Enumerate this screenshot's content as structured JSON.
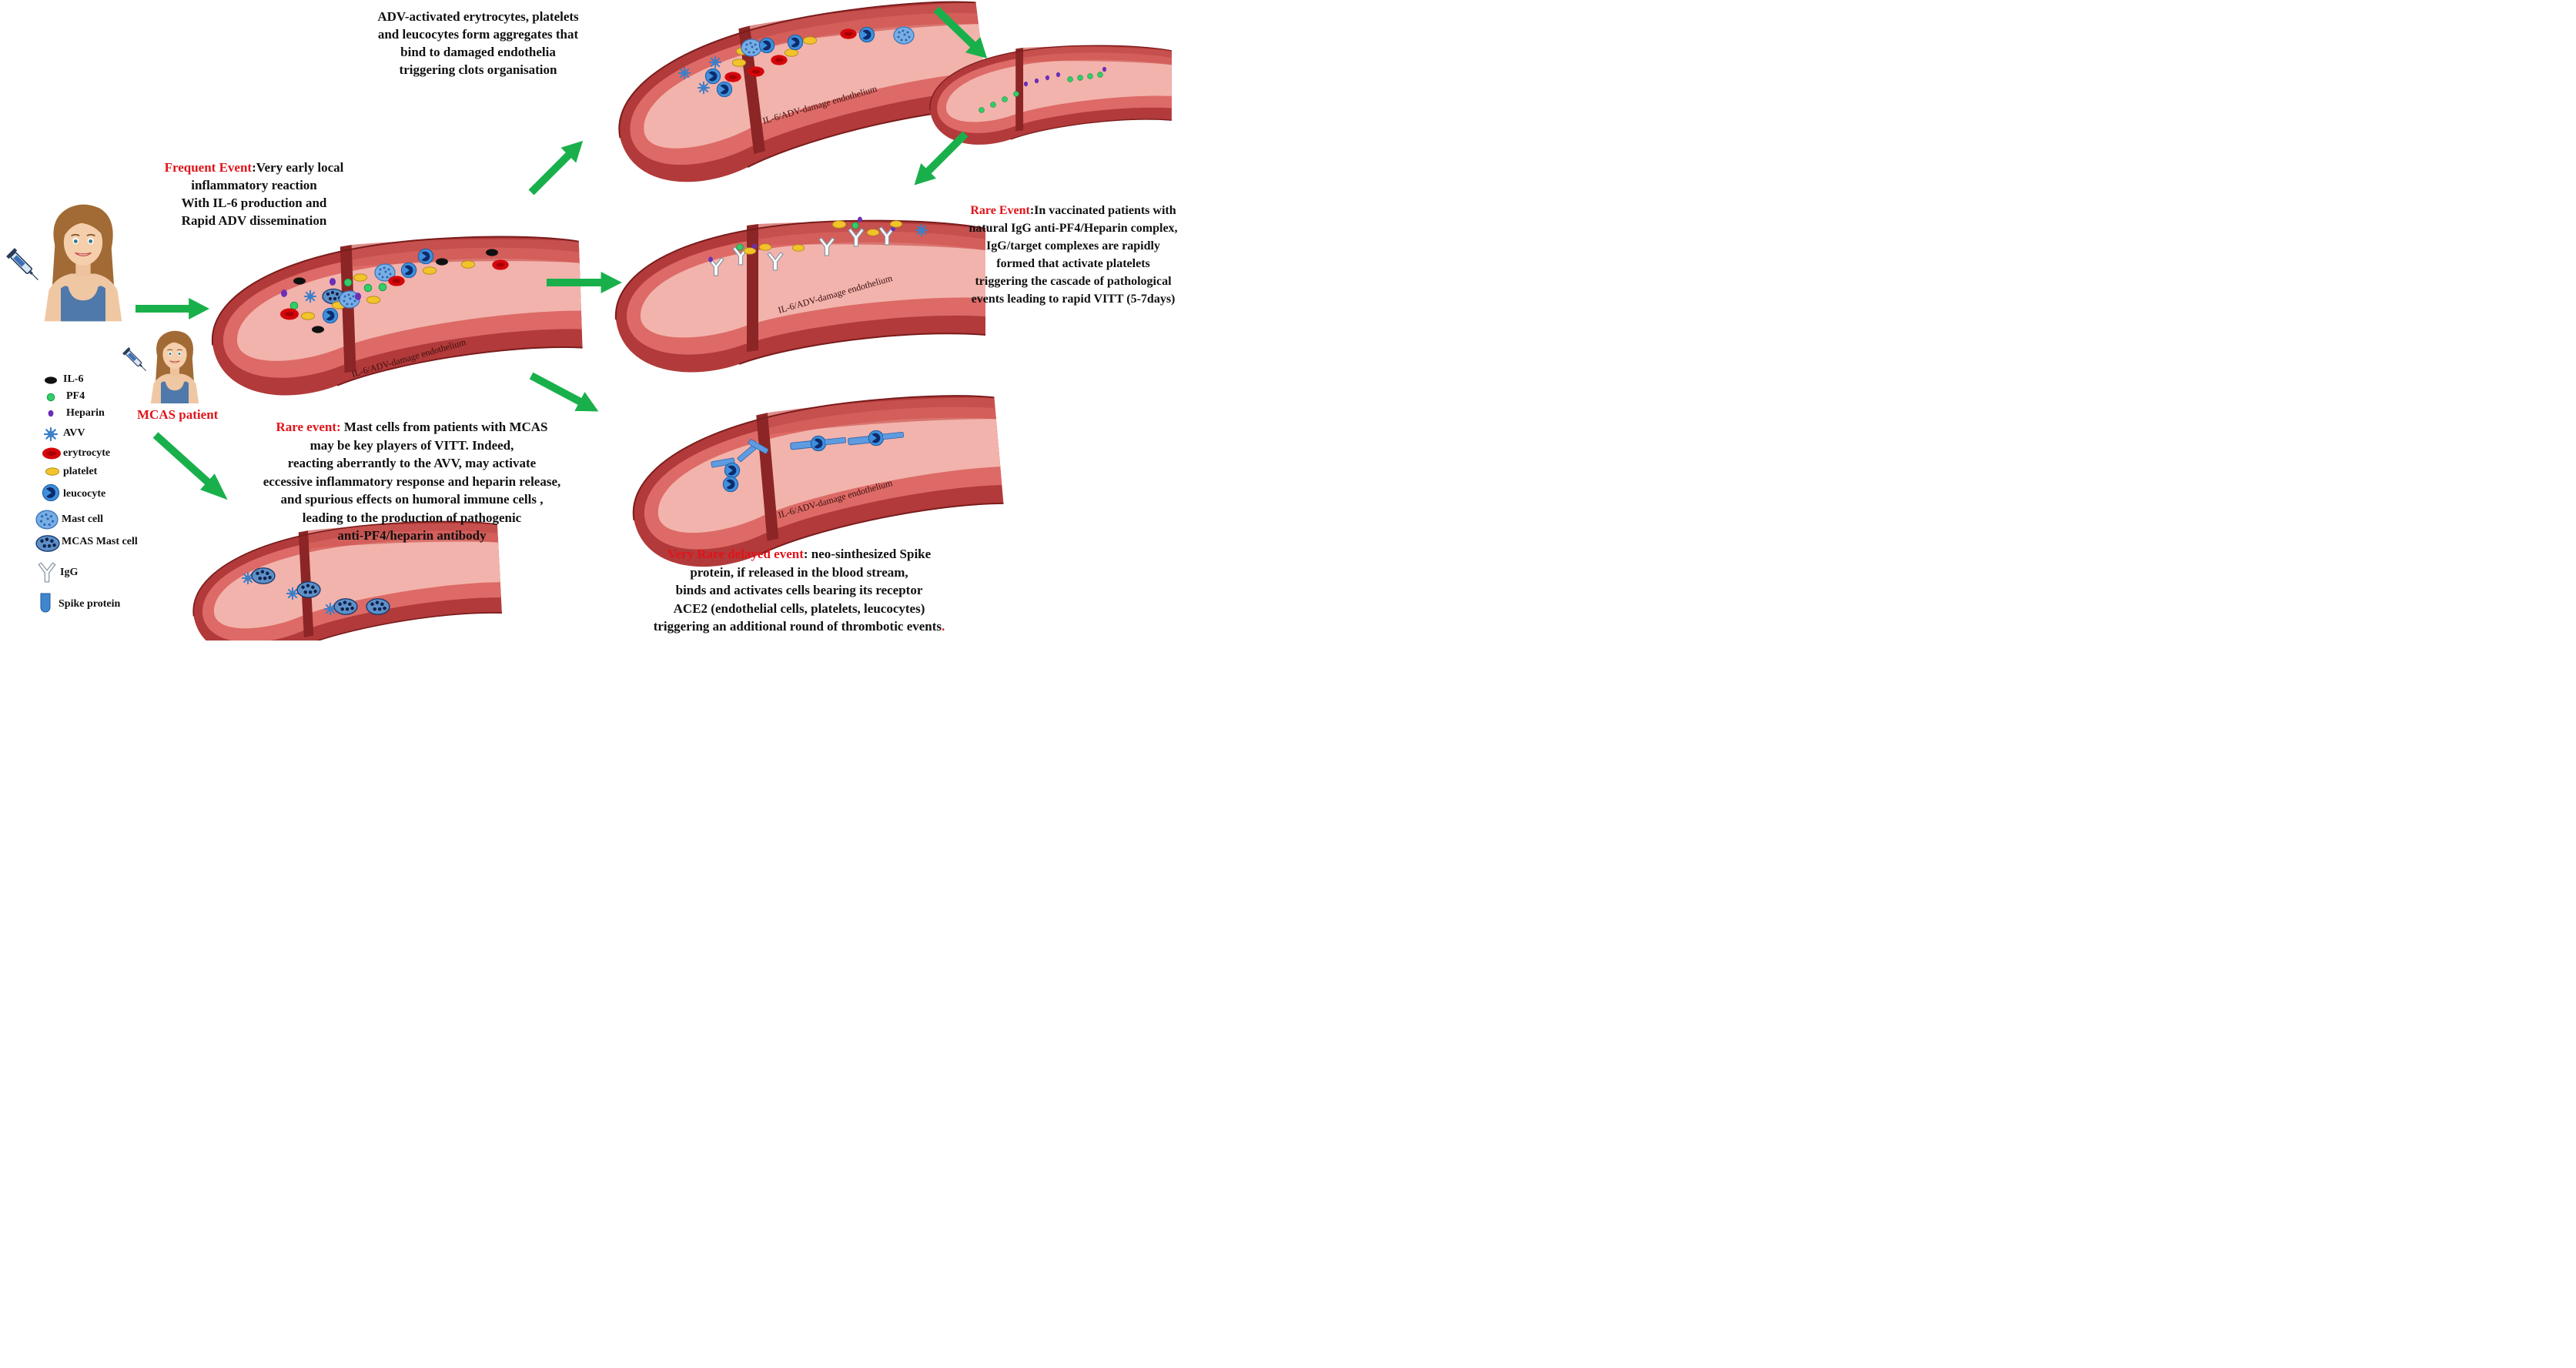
{
  "vessel_label": "IL-6/ADV-damage endothelium",
  "patient_label": "MCAS patient",
  "colors": {
    "arrow": "#19b04b",
    "event_label": "#e0141a",
    "vessel_outer": "#b23a3a",
    "vessel_inner": "#e7938f"
  },
  "icons": {
    "il6": "black-oval-icon",
    "pf4": "green-dot-icon",
    "heparin": "purple-dot-icon",
    "avv": "blue-star-icon",
    "erytrocyte": "red-oval-icon",
    "platelet": "yellow-oval-icon",
    "leucocyte": "blue-pacman-icon",
    "mast_cell": "blue-granular-cell-icon",
    "mcas_mast_cell": "dark-granular-cell-icon",
    "igg": "y-antibody-icon",
    "spike": "blue-tube-icon"
  },
  "legend": [
    {
      "key": "il6",
      "label": "IL-6"
    },
    {
      "key": "pf4",
      "label": "PF4"
    },
    {
      "key": "heparin",
      "label": "Heparin"
    },
    {
      "key": "avv",
      "label": "AVV"
    },
    {
      "key": "erytrocyte",
      "label": "erytrocyte"
    },
    {
      "key": "platelet",
      "label": "platelet"
    },
    {
      "key": "leucocyte",
      "label": "leucocyte"
    },
    {
      "key": "mast_cell",
      "label": "Mast cell"
    },
    {
      "key": "mcas_mast_cell",
      "label": "MCAS Mast cell"
    },
    {
      "key": "igg",
      "label": "IgG"
    },
    {
      "key": "spike",
      "label": "Spike protein"
    }
  ],
  "texts": {
    "aggregates": {
      "lines": [
        "ADV-activated erytrocytes, platelets",
        "and leucocytes form aggregates that",
        "bind to damaged endothelia",
        "triggering clots organisation"
      ]
    },
    "frequent": {
      "label": "Frequent Event",
      "first_rest": ":Very early local",
      "lines": [
        "inflammatory reaction",
        "With IL-6 production and",
        "Rapid ADV dissemination"
      ]
    },
    "rare": {
      "label": "Rare Event",
      "first_rest": ":In vaccinated patients with",
      "lines": [
        "natural IgG anti-PF4/Heparin complex,",
        "IgG/target complexes are rapidly",
        "formed that activate platelets",
        "triggering the cascade of pathological",
        "events leading to rapid VITT (5-7days)"
      ]
    },
    "mcas": {
      "label": "Rare event:",
      "first_rest": " Mast cells from patients with MCAS",
      "lines": [
        "may be key players of VITT. Indeed,",
        "reacting aberrantly to the AVV, may activate",
        "eccessive inflammatory response and heparin release,",
        "and spurious effects on humoral immune cells ,",
        "leading to the production of pathogenic",
        "anti-PF4/heparin antibody"
      ]
    },
    "delayed": {
      "label": "Very Rare delayed event",
      "first_rest": ": neo-sinthesized Spike",
      "lines": [
        "protein, if released in the blood stream,",
        "binds and activates cells bearing its receptor",
        "ACE2 (endothelial cells, platelets, leucocytes)",
        "triggering an additional round of thrombotic events"
      ],
      "end_mark": "."
    }
  }
}
